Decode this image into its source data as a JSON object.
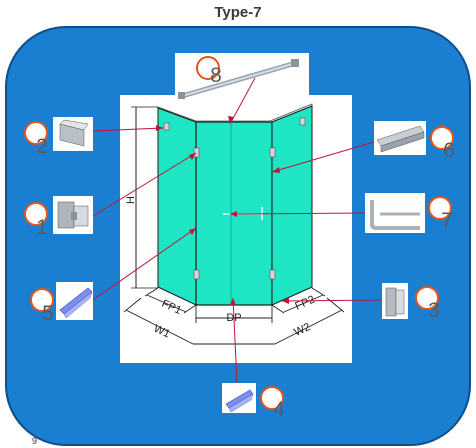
{
  "title": "Type-7",
  "page_number": "9",
  "callouts": [
    {
      "id": "8",
      "label": "8"
    },
    {
      "id": "2",
      "label": "2"
    },
    {
      "id": "1",
      "label": "1"
    },
    {
      "id": "5",
      "label": "5"
    },
    {
      "id": "6",
      "label": "6"
    },
    {
      "id": "7",
      "label": "7"
    },
    {
      "id": "3",
      "label": "3"
    },
    {
      "id": "4",
      "label": "4"
    }
  ],
  "dimensions": {
    "height": "H",
    "fp1": "FP1",
    "fp2": "FP2",
    "w1": "W1",
    "w2": "W2",
    "dp": "DP"
  },
  "colors": {
    "panel_blue": "#1a7fd1",
    "panel_border": "#0d4f8a",
    "glass": "#1ee6c4",
    "glass_dark": "#10c2a3",
    "leader": "#c0143c",
    "callout_ring": "#e0561b"
  }
}
